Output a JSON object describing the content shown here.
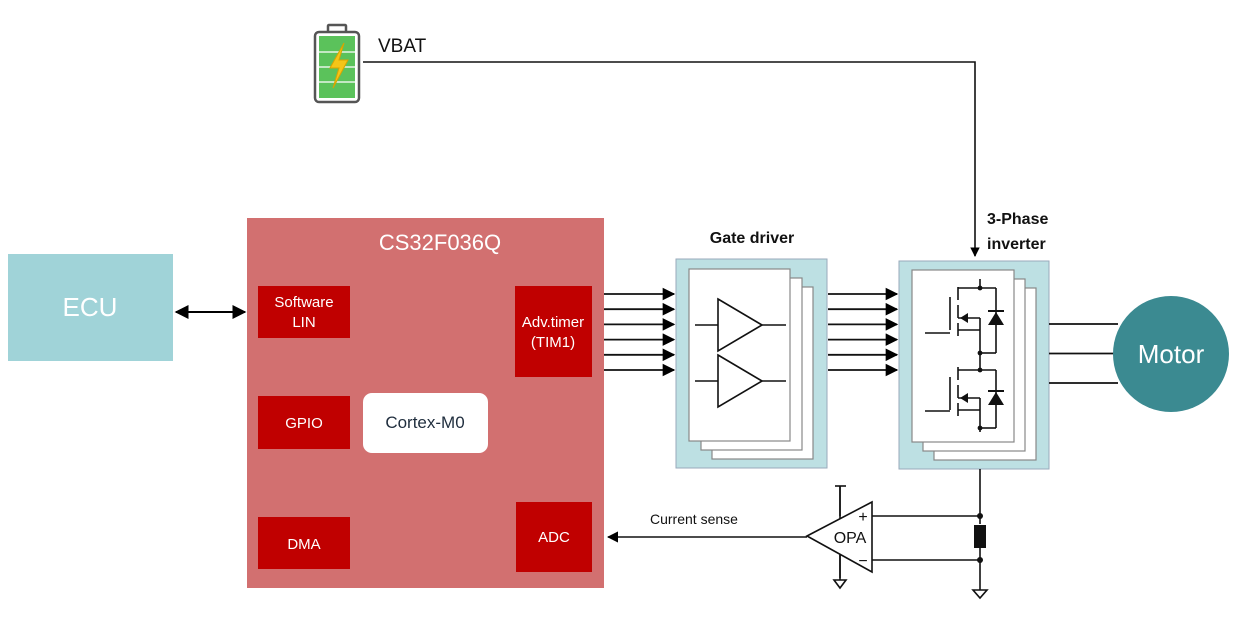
{
  "diagram": {
    "battery": {
      "label": "VBAT",
      "icon": "battery-charging-icon"
    },
    "ecu": {
      "label": "ECU",
      "color": "#a0d3d8"
    },
    "mcu": {
      "title": "CS32F036Q",
      "color": "#d27070",
      "block_color": "#c00000",
      "blocks": {
        "software_lin": [
          "Software",
          "LIN"
        ],
        "gpio": "GPIO",
        "dma": "DMA",
        "adv_timer": [
          "Adv.timer",
          "(TIM1)"
        ],
        "adc": "ADC",
        "core": "Cortex-M0"
      }
    },
    "gate_driver": {
      "title": "Gate driver",
      "color": "#bde0e3"
    },
    "inverter": {
      "title": [
        "3-Phase",
        "inverter"
      ],
      "color": "#bde0e3"
    },
    "motor": {
      "label": "Motor",
      "color": "#3b8a91"
    },
    "opamp": {
      "label": "OPA",
      "plus": "+",
      "minus": "−"
    },
    "current_sense_label": "Current sense",
    "pwm_channels": 6,
    "motor_phases": 3
  }
}
